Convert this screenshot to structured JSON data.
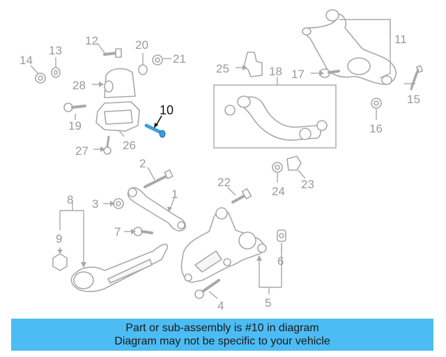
{
  "colors": {
    "banner_background": "#4cbcf4",
    "highlight_part": "#3aa0dc",
    "line_gray": "#a8a8a8"
  },
  "callouts": {
    "c1": "1",
    "c2": "2",
    "c3": "3",
    "c4": "4",
    "c5": "5",
    "c6": "6",
    "c7": "7",
    "c8": "8",
    "c9": "9",
    "c10": "10",
    "c11": "11",
    "c12": "12",
    "c13": "13",
    "c14": "14",
    "c15": "15",
    "c16": "16",
    "c17": "17",
    "c18": "18",
    "c19": "19",
    "c20": "20",
    "c21": "21",
    "c22": "22",
    "c23": "23",
    "c24": "24",
    "c25": "25",
    "c26": "26",
    "c27": "27",
    "c28": "28"
  },
  "highlighted_part": "10",
  "banner": {
    "line1": "Part or sub-assembly is #10 in diagram",
    "line2": "Diagram may not be specific to your vehicle"
  }
}
